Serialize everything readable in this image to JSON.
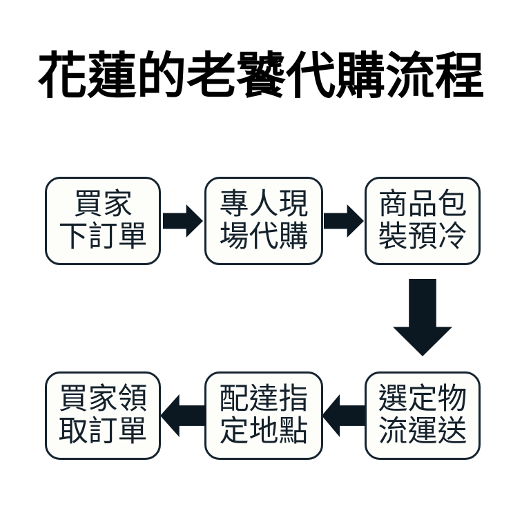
{
  "page": {
    "background_color": "#ffffff",
    "title": "花蓮的老饕代購流程"
  },
  "theme": {
    "box_border_color": "#16242f",
    "box_fill_color": "#fdfdfa",
    "arrow_color": "#0b1721",
    "text_color": "#14212b",
    "title_color": "#000000"
  },
  "flow": {
    "steps": [
      {
        "id": "step-1",
        "order": 1,
        "lines": [
          "買家",
          "下訂單"
        ],
        "text": "買家下訂單"
      },
      {
        "id": "step-2",
        "order": 2,
        "lines": [
          "專人現",
          "場代購"
        ],
        "text": "專人現場代購"
      },
      {
        "id": "step-3",
        "order": 3,
        "lines": [
          "商品包",
          "裝預冷"
        ],
        "text": "商品包裝預冷"
      },
      {
        "id": "step-4",
        "order": 4,
        "lines": [
          "選定物",
          "流運送"
        ],
        "text": "選定物流運送"
      },
      {
        "id": "step-5",
        "order": 5,
        "lines": [
          "配達指",
          "定地點"
        ],
        "text": "配達指定地點"
      },
      {
        "id": "step-6",
        "order": 6,
        "lines": [
          "買家領",
          "取訂單"
        ],
        "text": "買家領取訂單"
      }
    ],
    "connectors": [
      {
        "id": "connector-1",
        "from": "step-1",
        "to": "step-2",
        "direction": "right",
        "icon": "arrow-right-icon"
      },
      {
        "id": "connector-2",
        "from": "step-2",
        "to": "step-3",
        "direction": "right",
        "icon": "arrow-right-icon"
      },
      {
        "id": "connector-3",
        "from": "step-3",
        "to": "step-4",
        "direction": "down",
        "icon": "arrow-down-icon"
      },
      {
        "id": "connector-4",
        "from": "step-4",
        "to": "step-5",
        "direction": "left",
        "icon": "arrow-left-icon"
      },
      {
        "id": "connector-5",
        "from": "step-5",
        "to": "step-6",
        "direction": "left",
        "icon": "arrow-left-icon"
      }
    ]
  }
}
